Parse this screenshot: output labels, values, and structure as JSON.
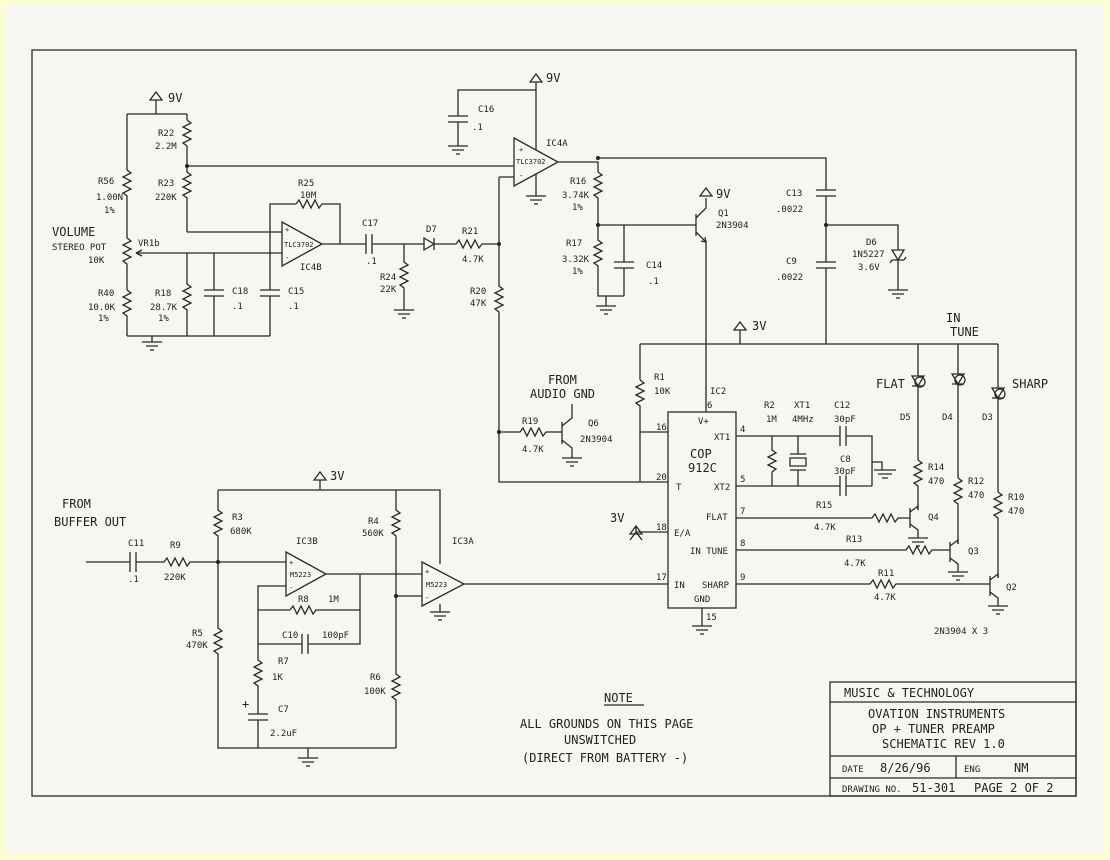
{
  "labels": {
    "r22": "R22",
    "r22v": "2.2M",
    "r23": "R23",
    "r23v": "220K",
    "r56": "R56",
    "r56v": "1.00N",
    "r56t": "1%",
    "r40": "R40",
    "r40v": "10.0K",
    "r40t": "1%",
    "r18": "R18",
    "r18v": "28.7K",
    "r18t": "1%",
    "r25": "R25",
    "r25v": "10M",
    "r24": "R24",
    "r24v": "22K",
    "r21": "R21",
    "r21v": "4.7K",
    "r20": "R20",
    "r20v": "47K",
    "r16": "R16",
    "r16v": "3.74K",
    "r16t": "1%",
    "r17": "R17",
    "r17v": "3.32K",
    "r17t": "1%",
    "r19": "R19",
    "r19v": "4.7K",
    "r1": "R1",
    "r1v": "10K",
    "r2": "R2",
    "r2v": "1M",
    "r3": "R3",
    "r3v": "680K",
    "r4": "R4",
    "r4v": "560K",
    "r5": "R5",
    "r5v": "470K",
    "r6": "R6",
    "r6v": "100K",
    "r7": "R7",
    "r7v": "1K",
    "r8": "R8",
    "r8v": "1M",
    "r9": "R9",
    "r9v": "220K",
    "r10": "R10",
    "r10v": "470",
    "r11": "R11",
    "r11v": "4.7K",
    "r12": "R12",
    "r12v": "470",
    "r13": "R13",
    "r13v": "4.7K",
    "r14": "R14",
    "r14v": "470",
    "r15": "R15",
    "r15v": "4.7K",
    "c16": "C16",
    "c16v": ".1",
    "c17": "C17",
    "c17v": ".1",
    "c18": "C18",
    "c18v": ".1",
    "c15": "C15",
    "c15v": ".1",
    "c14": "C14",
    "c14v": ".1",
    "c13": "C13",
    "c13v": ".0022",
    "c9": "C9",
    "c9v": ".0022",
    "c12": "C12",
    "c12v": "30pF",
    "c8": "C8",
    "c8v": "30pF",
    "c11": "C11",
    "c11v": ".1",
    "c10": "C10",
    "c10v": "100pF",
    "c7": "C7",
    "c7v": "2.2uF",
    "d7": "D7",
    "d6": "D6",
    "d6v": "1N5227",
    "d6v2": "3.6V",
    "d3": "D3",
    "d4": "D4",
    "d5": "D5",
    "q1": "Q1",
    "q1v": "2N3904",
    "q6": "Q6",
    "q6v": "2N3904",
    "q2": "Q2",
    "q3": "Q3",
    "q4": "Q4",
    "qnote": "2N3904 X 3",
    "ic4a": "IC4A",
    "ic4b": "IC4B",
    "ic3b": "IC3B",
    "ic3a": "IC3A",
    "ic2": "IC2",
    "tlc": "TLC3702",
    "m5223": "M5223",
    "v9a": "9V",
    "v9b": "9V",
    "v9c": "9V",
    "v3a": "3V",
    "v3b": "3V",
    "v3c": "3V",
    "vol": "VOLUME",
    "volpot": "STEREO POT",
    "volv": "10K",
    "vr1b": "VR1b",
    "fromgnd1": "FROM",
    "fromgnd2": "AUDIO GND",
    "frombuf1": "FROM",
    "frombuf2": "BUFFER OUT",
    "intune1": "IN",
    "intune2": "TUNE",
    "flat": "FLAT",
    "sharp": "SHARP",
    "xt1": "XT1",
    "xt1v": "4MHz",
    "cop1": "COP",
    "cop2": "912C",
    "pin_vplus": "V+",
    "pin_xt1": "XT1",
    "pin_xt2": "XT2",
    "pin_t": "T",
    "pin_flat": "FLAT",
    "pin_intune": "IN TUNE",
    "pin_ea": "E/A",
    "pin_in": "IN",
    "pin_sharp": "SHARP",
    "pin_gnd": "GND",
    "p6": "6",
    "p4": "4",
    "p5": "5",
    "p16": "16",
    "p20": "20",
    "p7": "7",
    "p8": "8",
    "p18": "18",
    "p17": "17",
    "p9": "9",
    "p15": "15"
  },
  "note": {
    "title": "NOTE",
    "line1": "ALL GROUNDS ON THIS PAGE",
    "line2": "UNSWITCHED",
    "line3": "(DIRECT FROM BATTERY -)"
  },
  "titleblock": {
    "company": "MUSIC & TECHNOLOGY",
    "line1": "OVATION INSTRUMENTS",
    "line2": "OP + TUNER PREAMP",
    "line3": "SCHEMATIC REV 1.0",
    "date_label": "DATE",
    "date": "8/26/96",
    "eng_label": "ENG",
    "eng": "NM",
    "drawing_label": "DRAWING NO.",
    "drawing_no": "51-301",
    "page": "PAGE 2 OF 2"
  }
}
